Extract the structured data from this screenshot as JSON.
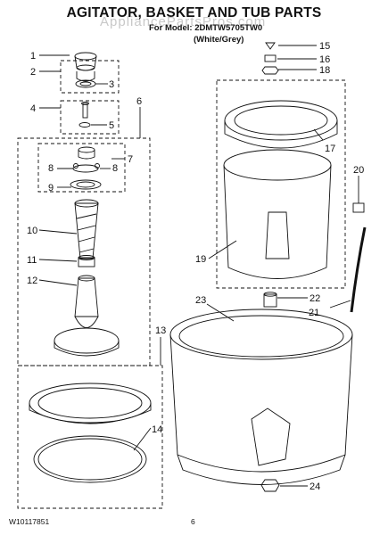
{
  "header": {
    "title": "AGITATOR, BASKET AND TUB PARTS",
    "model_line": "For Model: 2DMTW5705TW0",
    "color_line": "(White/Grey)"
  },
  "watermark": "AppliancePartsPros.com",
  "footer": {
    "doc_number": "W10117851",
    "page_number": "6"
  },
  "callouts": {
    "c1": "1",
    "c2": "2",
    "c3": "3",
    "c4": "4",
    "c5": "5",
    "c6": "6",
    "c7": "7",
    "c8a": "8",
    "c8b": "8",
    "c9": "9",
    "c10": "10",
    "c11": "11",
    "c12": "12",
    "c13": "13",
    "c14": "14",
    "c15": "15",
    "c16": "16",
    "c17": "17",
    "c18": "18",
    "c19": "19",
    "c20": "20",
    "c21": "21",
    "c22": "22",
    "c23": "23",
    "c24": "24"
  }
}
